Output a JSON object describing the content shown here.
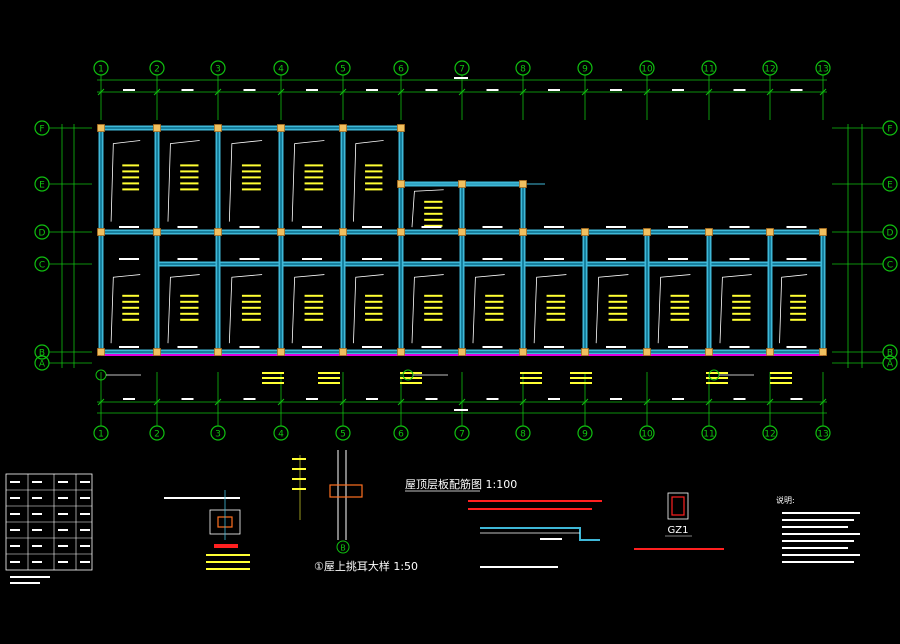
{
  "colors": {
    "background": "#000000",
    "grid_bubble": "#10c010",
    "beam": "#3fb8d8",
    "beam_inner": "#0a6d8a",
    "rebar_text": "#ffff33",
    "dimension": "#ffffff",
    "column": "#f0c060",
    "magenta": "#e000e0",
    "red_note": "#ff2020"
  },
  "axes": {
    "top_numbers": [
      "1",
      "2",
      "3",
      "4",
      "5",
      "6",
      "7",
      "8",
      "9",
      "10",
      "11",
      "12",
      "13"
    ],
    "left_letters": [
      "F",
      "E",
      "D",
      "C",
      "B",
      "A"
    ],
    "right_letters": [
      "F",
      "E",
      "D",
      "C",
      "B",
      "A"
    ]
  },
  "details": {
    "section_title": "屋上挑耳大样 1:50",
    "section_number": "①",
    "beam_title": "屋顶层板配筋图",
    "beam_scale": "1:100",
    "column_tag": "GZ1",
    "axis_bubble": "B",
    "side_note_title": "说明:"
  },
  "table": {
    "rows": 6,
    "cols": 4
  }
}
